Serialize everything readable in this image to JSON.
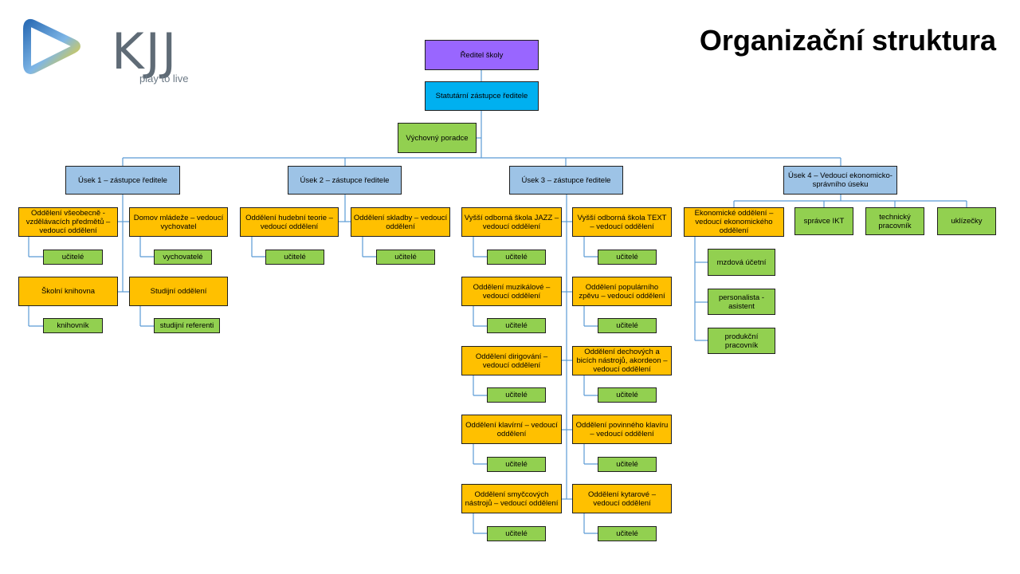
{
  "brand": {
    "logo_text": "KJJ",
    "tagline": "play to live"
  },
  "title": "Organizační struktura",
  "top": {
    "director": "Ředitel školy",
    "deputy": "Statutární zástupce ředitele",
    "advisor": "Výchovný poradce"
  },
  "sections": {
    "s1": "Úsek 1 – zástupce ředitele",
    "s2": "Úsek 2 – zástupce ředitele",
    "s3": "Úsek 3 – zástupce ředitele",
    "s4": "Úsek 4 – Vedoucí ekonomicko-správního úseku"
  },
  "s1": {
    "general": "Oddělení všeobecně - vzdělávacích předmětů – vedoucí oddělení",
    "general_staff": "učitelé",
    "dorm": "Domov mládeže – vedoucí vychovatel",
    "dorm_staff": "vychovatelé",
    "library": "Školní knihovna",
    "library_staff": "knihovník",
    "study": "Studijní oddělení",
    "study_staff": "studijní referenti"
  },
  "s2": {
    "theory": "Oddělení hudební teorie – vedoucí oddělení",
    "theory_staff": "učitelé",
    "composition": "Oddělení skladby – vedoucí oddělení",
    "composition_staff": "učitelé"
  },
  "s3": {
    "jazz": "Vyšší odborná škola  JAZZ – vedoucí oddělení",
    "jazz_staff": "učitelé",
    "text": "Vyšší odborná škola TEXT – vedoucí oddělení",
    "text_staff": "učitelé",
    "musical": "Oddělení muzikálové – vedoucí oddělení",
    "musical_staff": "učitelé",
    "pop": "Oddělení populárního zpěvu – vedoucí oddělení",
    "pop_staff": "učitelé",
    "conducting": "Oddělení dirigování – vedoucí oddělení",
    "conducting_staff": "učitelé",
    "winds": "Oddělení dechových a bicích nástrojů, akordeon – vedoucí oddělení",
    "winds_staff": "učitelé",
    "piano": "Oddělení klavírní – vedoucí oddělení",
    "piano_staff": "učitelé",
    "piano_req": "Oddělení povinného klavíru – vedoucí oddělení",
    "piano_req_staff": "učitelé",
    "strings": "Oddělení smyčcových nástrojů – vedoucí oddělení",
    "strings_staff": "učitelé",
    "guitar": "Oddělení kytarové – vedoucí oddělení",
    "guitar_staff": "učitelé"
  },
  "s4": {
    "econ": "Ekonomické oddělení – vedoucí ekonomického oddělení",
    "payroll": "mzdová účetní",
    "personnel": "personalista - asistent",
    "production": "produkční pracovník",
    "ict": "správce IKT",
    "technician": "technický pracovník",
    "cleaners": "uklízečky"
  },
  "colors": {
    "director": "#9966ff",
    "deputy": "#00b0f0",
    "section": "#9dc3e6",
    "department": "#ffc000",
    "staff": "#92d050",
    "connector": "#5b9bd5"
  }
}
